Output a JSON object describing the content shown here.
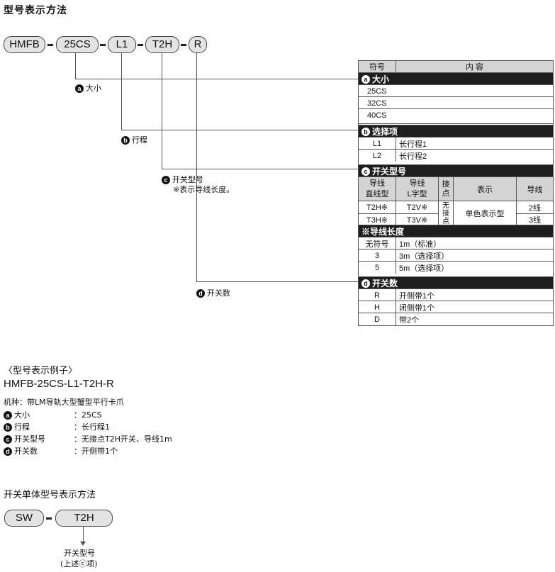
{
  "title": "型号表示方法",
  "code_parts": [
    "HMFB",
    "25CS",
    "L1",
    "T2H",
    "R"
  ],
  "labels": {
    "a": {
      "badge": "a",
      "text": "大小"
    },
    "b": {
      "badge": "b",
      "text": "行程"
    },
    "c": {
      "badge": "c",
      "text": "开关型号",
      "note": "※表示导线长度。"
    },
    "d": {
      "badge": "d",
      "text": "开关数"
    }
  },
  "table": {
    "head": {
      "symbol": "符号",
      "content": "内 容"
    },
    "size": {
      "badge": "a",
      "title": "大小",
      "rows": [
        "25CS",
        "32CS",
        "40CS"
      ]
    },
    "option": {
      "badge": "b",
      "title": "选择项",
      "rows": [
        {
          "code": "L1",
          "desc": "长行程1"
        },
        {
          "code": "L2",
          "desc": "长行程2"
        }
      ]
    },
    "switch": {
      "badge": "c",
      "title": "开关型号",
      "col_straight": "导线\n直线型",
      "col_l": "导线\nL字型",
      "col_contact": "接\n点",
      "col_display": "表示",
      "col_wire": "导线",
      "rows": [
        {
          "straight": "T2H※",
          "l": "T2V※",
          "wire": "2线"
        },
        {
          "straight": "T3H※",
          "l": "T3V※",
          "wire": "3线"
        }
      ],
      "contact": "无\n接\n点",
      "display": "单色表示型"
    },
    "lead": {
      "title": "※导线长度",
      "rows": [
        {
          "code": "无符号",
          "desc": "1m（标准）"
        },
        {
          "code": "3",
          "desc": "3m（选择项）"
        },
        {
          "code": "5",
          "desc": "5m（选择项）"
        }
      ]
    },
    "count": {
      "badge": "d",
      "title": "开关数",
      "rows": [
        {
          "code": "R",
          "desc": "开侧带1个"
        },
        {
          "code": "H",
          "desc": "闭侧带1个"
        },
        {
          "code": "D",
          "desc": "带2个"
        }
      ]
    }
  },
  "example": {
    "heading": "〈型号表示例子〉",
    "code": "HMFB-25CS-L1-T2H-R",
    "machine": "机种：带LM导轨大型蟹型平行卡爪",
    "items": [
      {
        "badge": "a",
        "label": "大小",
        "value": "：25CS"
      },
      {
        "badge": "b",
        "label": "行程",
        "value": "：长行程1"
      },
      {
        "badge": "c",
        "label": "开关型号",
        "value": "：无接点T2H开关、导线1m"
      },
      {
        "badge": "d",
        "label": "开关数",
        "value": "：开侧带1个"
      }
    ]
  },
  "switch_unit": {
    "title": "开关单体型号表示方法",
    "parts": [
      "SW",
      "T2H"
    ],
    "label": "开关型号",
    "note": "(上述ⓒ项)"
  }
}
